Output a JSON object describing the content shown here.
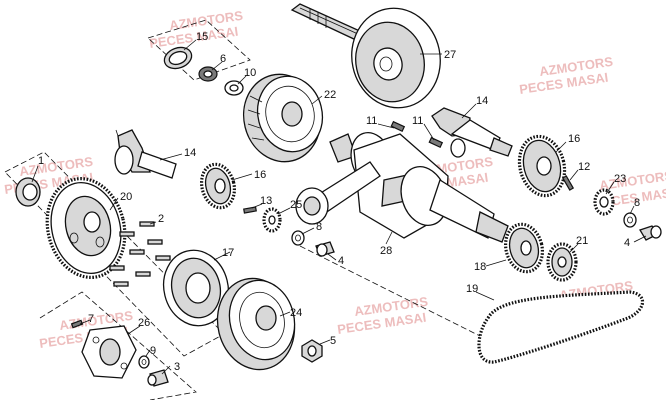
{
  "watermark": {
    "line1": "AZMOTORS",
    "line2": "PECES MASAI",
    "color": "#e8a8a8"
  },
  "callouts": [
    "15",
    "6",
    "10",
    "27",
    "22",
    "14",
    "11",
    "11",
    "16",
    "1",
    "14",
    "16",
    "20",
    "13",
    "25",
    "2",
    "17",
    "8",
    "4",
    "28",
    "12",
    "23",
    "8",
    "4",
    "21",
    "18",
    "19",
    "7",
    "26",
    "24",
    "5",
    "9",
    "3"
  ]
}
